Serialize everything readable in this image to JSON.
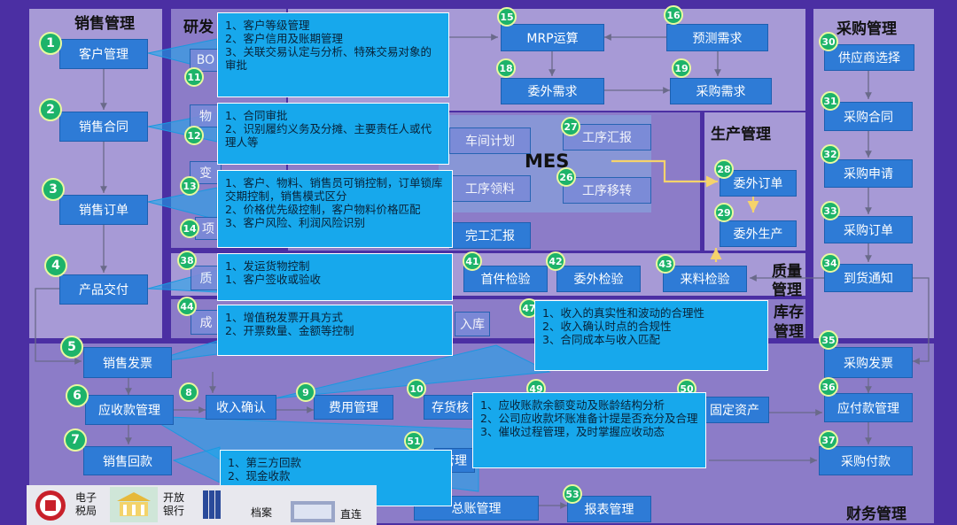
{
  "zones": {
    "sales": "销售管理",
    "rd": "研发",
    "purchase": "采购管理",
    "production": "生产管理",
    "quality_1": "质量",
    "quality_2": "管理",
    "inventory_1": "库存",
    "inventory_2": "管理",
    "finance": "财务管理",
    "mes": "MES"
  },
  "nodes": {
    "n1": {
      "num": "1",
      "label": "客户管理"
    },
    "n2": {
      "num": "2",
      "label": "销售合同"
    },
    "n3": {
      "num": "3",
      "label": "销售订单"
    },
    "n4": {
      "num": "4",
      "label": "产品交付"
    },
    "n5": {
      "num": "5",
      "label": "销售发票"
    },
    "n6": {
      "num": "6",
      "label": "应收款管理"
    },
    "n7": {
      "num": "7",
      "label": "销售回款"
    },
    "n8": {
      "num": "8",
      "label": "收入确认"
    },
    "n9": {
      "num": "9",
      "label": "费用管理"
    },
    "n10": {
      "num": "10",
      "label": "存货核"
    },
    "n11": {
      "num": "11",
      "label": "BO"
    },
    "n12": {
      "num": "12",
      "label": "物"
    },
    "n13": {
      "num": "13",
      "label": "变"
    },
    "n14": {
      "num": "14",
      "label": "项"
    },
    "n15": {
      "num": "15",
      "label": "MRP运算"
    },
    "n16": {
      "num": "16",
      "label": "预测需求"
    },
    "n18": {
      "num": "18",
      "label": "委外需求"
    },
    "n19": {
      "num": "19",
      "label": "采购需求"
    },
    "n24": {
      "num": "",
      "label": "车间计划"
    },
    "n25": {
      "num": "",
      "label": "工序领料"
    },
    "n26": {
      "num": "26",
      "label": "工序移转"
    },
    "n27": {
      "num": "27",
      "label": "工序汇报"
    },
    "n23": {
      "num": "",
      "label": "完工汇报"
    },
    "n28": {
      "num": "28",
      "label": "委外订单"
    },
    "n29": {
      "num": "29",
      "label": "委外生产"
    },
    "n30": {
      "num": "30",
      "label": "供应商选择"
    },
    "n31": {
      "num": "31",
      "label": "采购合同"
    },
    "n32": {
      "num": "32",
      "label": "采购申请"
    },
    "n33": {
      "num": "33",
      "label": "采购订单"
    },
    "n34": {
      "num": "34",
      "label": "到货通知"
    },
    "n35": {
      "num": "35",
      "label": "采购发票"
    },
    "n36": {
      "num": "36",
      "label": "应付款管理"
    },
    "n37": {
      "num": "37",
      "label": "采购付款"
    },
    "n38": {
      "num": "38",
      "label": "质"
    },
    "n41": {
      "num": "41",
      "label": "首件检验"
    },
    "n42": {
      "num": "42",
      "label": "委外检验"
    },
    "n43": {
      "num": "43",
      "label": "来料检验"
    },
    "n44": {
      "num": "44",
      "label": "成"
    },
    "n46": {
      "num": "",
      "label": "入库"
    },
    "n47": {
      "num": "47",
      "label": ""
    },
    "n49": {
      "num": "49",
      "label": ""
    },
    "n50": {
      "num": "50",
      "label": "固定资产"
    },
    "n51": {
      "num": "51",
      "label": "管理"
    },
    "n52": {
      "num": "",
      "label": "总账管理"
    },
    "n53": {
      "num": "53",
      "label": "报表管理"
    }
  },
  "callouts": {
    "c1": [
      "1、客户等级管理",
      "2、客户信用及账期管理",
      "3、关联交易认定与分析、特殊交易对象的审批"
    ],
    "c2": [
      "1、合同审批",
      "2、识别履约义务及分摊、主要责任人或代理人等"
    ],
    "c3": [
      "1、客户、物料、销售员可销控制，订单锁库交期控制，销售模式区分",
      "2、价格优先级控制，客户物料价格匹配",
      "3、客户风险、利润风险识别"
    ],
    "c4": [
      "1、发运货物控制",
      "1、客户签收或验收"
    ],
    "c5": [
      "1、增值税发票开具方式",
      "2、开票数量、金额等控制"
    ],
    "c6": [
      "1、收入的真实性和波动的合理性",
      "2、收入确认时点的合规性",
      "3、合同成本与收入匹配"
    ],
    "c7": [
      "1、应收账款余额变动及账龄结构分析",
      "2、公司应收款坏账准备计提是否充分及合理",
      "3、催收过程管理，及时掌握应收动态"
    ],
    "c8": [
      "1、第三方回款",
      "2、现金收款"
    ]
  },
  "logos": {
    "tax_1": "电子",
    "tax_2": "税局",
    "bank_1": "开放",
    "bank_2": "银行",
    "archive": "档案",
    "direct": "直连"
  },
  "colors": {
    "background": "#4b2fa3",
    "zone": "#a79ad6",
    "node": "#2e7bd6",
    "badge": "#1db36a",
    "callout": "#17a8ec",
    "highlight_arrow": "#f5d36b"
  }
}
